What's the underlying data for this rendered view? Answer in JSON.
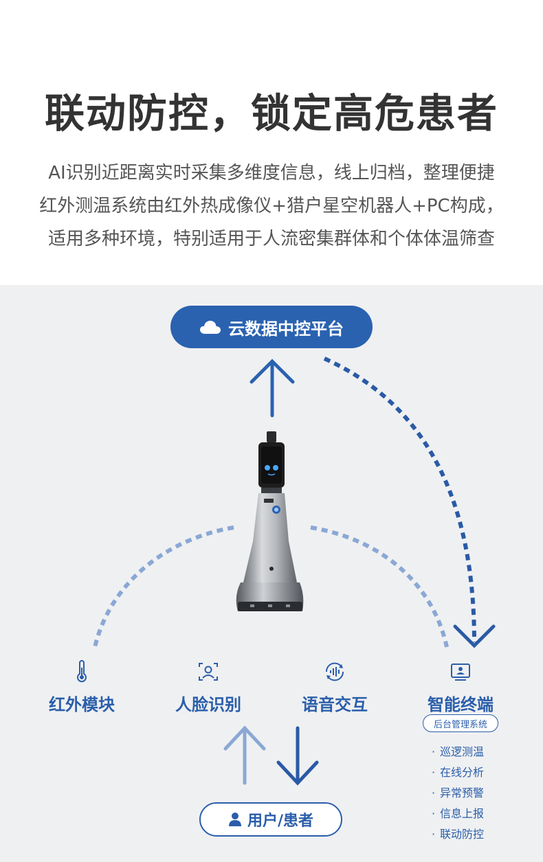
{
  "hero": {
    "title": "联动防控，锁定高危患者",
    "description_lines": [
      "AI识别近距离实时采集多维度信息，线上归档，整理便捷",
      "红外测温系统由红外热成像仪+猎户星空机器人+PC构成，",
      "适用多种环境，特别适用于人流密集群体和个体体温筛查"
    ]
  },
  "diagram": {
    "cloud_platform": {
      "label": "云数据中控平台",
      "icon": "cloud-icon"
    },
    "modules": [
      {
        "label": "红外模块",
        "icon": "thermometer-icon"
      },
      {
        "label": "人脸识别",
        "icon": "face-scan-icon"
      },
      {
        "label": "语音交互",
        "icon": "voice-wave-icon"
      },
      {
        "label": "智能终端",
        "icon": "monitor-user-icon"
      }
    ],
    "terminal_tag": "后台管理系统",
    "terminal_features": [
      "巡逻测温",
      "在线分析",
      "异常预警",
      "信息上报",
      "联动防控"
    ],
    "user_node": {
      "label": "用户/患者",
      "icon": "user-icon"
    },
    "colors": {
      "primary": "#2a62b0",
      "light": "#8aa8d4",
      "background": "#eff0f2",
      "title": "#333333"
    }
  }
}
